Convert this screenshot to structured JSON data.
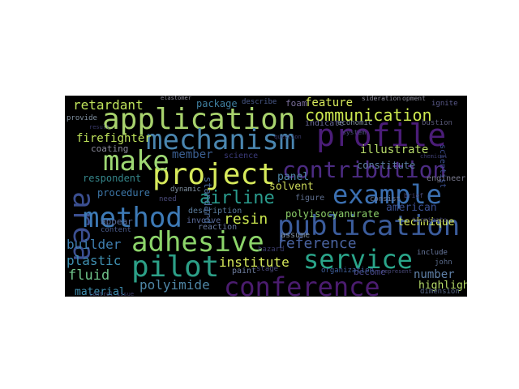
{
  "words": [
    {
      "text": "application",
      "color": "#a8d26d"
    },
    {
      "text": "mechanism",
      "color": "#4a86b0"
    },
    {
      "text": "profile",
      "color": "#4b1d78"
    },
    {
      "text": "communication",
      "color": "#cce84f"
    },
    {
      "text": "project",
      "color": "#d7ea5b"
    },
    {
      "text": "make",
      "color": "#9ed873"
    },
    {
      "text": "contribution",
      "color": "#4c2b83"
    },
    {
      "text": "example",
      "color": "#3b6fb0"
    },
    {
      "text": "area",
      "color": "#3b4f91"
    },
    {
      "text": "method",
      "color": "#3d7ab6"
    },
    {
      "text": "airline",
      "color": "#2a9b8d"
    },
    {
      "text": "publication",
      "color": "#3b5c9c"
    },
    {
      "text": "adhesive",
      "color": "#8cd46a"
    },
    {
      "text": "service",
      "color": "#2aa58a"
    },
    {
      "text": "pilot",
      "color": "#2c9f87"
    },
    {
      "text": "conference",
      "color": "#4b1c6f"
    },
    {
      "text": "retardant",
      "color": "#bfe35b"
    },
    {
      "text": "firefighter",
      "color": "#bfe35b"
    },
    {
      "text": "coating",
      "color": "#8a8a9a"
    },
    {
      "text": "member",
      "color": "#3b5f91"
    },
    {
      "text": "illustrate",
      "color": "#b8dd6a"
    },
    {
      "text": "feature",
      "color": "#d7ea5b"
    },
    {
      "text": "panel",
      "color": "#4f86a6"
    },
    {
      "text": "solvent",
      "color": "#ccd95a"
    },
    {
      "text": "resin",
      "color": "#cce84f"
    },
    {
      "text": "reference",
      "color": "#4a63a0"
    },
    {
      "text": "polyisocyanurate",
      "color": "#8ed16b"
    },
    {
      "text": "american",
      "color": "#3a4f90"
    },
    {
      "text": "technique",
      "color": "#d7ea5b"
    },
    {
      "text": "builder",
      "color": "#3f7fb0"
    },
    {
      "text": "plastic",
      "color": "#3f8fb0"
    },
    {
      "text": "institute",
      "color": "#d7ea5b"
    },
    {
      "text": "fluid",
      "color": "#6fc38a"
    },
    {
      "text": "number",
      "color": "#5f80a8"
    },
    {
      "text": "highlight",
      "color": "#b8dd6a"
    },
    {
      "text": "polyimide",
      "color": "#4f86a6"
    },
    {
      "text": "material",
      "color": "#3f8fb0"
    },
    {
      "text": "procedure",
      "color": "#3d77a8"
    },
    {
      "text": "respondent",
      "color": "#35868a"
    },
    {
      "text": "constitute",
      "color": "#5f80a8"
    },
    {
      "text": "engineer",
      "color": "#7a7a8e"
    },
    {
      "text": "scientist",
      "color": "#3b4f91"
    },
    {
      "text": "become",
      "color": "#4b4b8e"
    },
    {
      "text": "organization",
      "color": "#3f5f9a"
    },
    {
      "text": "paint",
      "color": "#6f7fa0"
    },
    {
      "text": "package",
      "color": "#3f7f9f"
    },
    {
      "text": "foam",
      "color": "#7a6e9a"
    },
    {
      "text": "indicate",
      "color": "#6a6a9a"
    },
    {
      "text": "economic",
      "color": "#7f8f9f"
    },
    {
      "text": "assume",
      "color": "#7f8f9f"
    },
    {
      "text": "figure",
      "color": "#5f6f8f"
    },
    {
      "text": "appear",
      "color": "#5a6fa0"
    },
    {
      "text": "description",
      "color": "#5a7a9a"
    },
    {
      "text": "involve",
      "color": "#5a6a9a"
    },
    {
      "text": "reaction",
      "color": "#6a7aa0"
    },
    {
      "text": "dynamic",
      "color": "#7f8f9f"
    },
    {
      "text": "content",
      "color": "#4a5a8a"
    },
    {
      "text": "provide",
      "color": "#7f8f9f"
    },
    {
      "text": "describe",
      "color": "#4a5a8a"
    },
    {
      "text": "elastomer",
      "color": "#8a8a9a"
    },
    {
      "text": "ignite",
      "color": "#5a5a8a"
    },
    {
      "text": "sideration",
      "color": "#8a8a9a"
    },
    {
      "text": "opment",
      "color": "#8a8a9a"
    },
    {
      "text": "bustion",
      "color": "#5a5a7a"
    },
    {
      "text": "consist",
      "color": "#6f7fa0"
    },
    {
      "text": "include",
      "color": "#6a7aa0"
    },
    {
      "text": "john",
      "color": "#5a6a8a"
    },
    {
      "text": "dimension",
      "color": "#5a6a8a"
    },
    {
      "text": "system",
      "color": "#4a4a7a"
    },
    {
      "text": "chemical",
      "color": "#3a3a6a"
    },
    {
      "text": "need",
      "color": "#4a4a7a"
    },
    {
      "text": "standard",
      "color": "#4a6a9a"
    },
    {
      "text": "science",
      "color": "#3a3a7a"
    },
    {
      "text": "hazard",
      "color": "#3a3a6a"
    },
    {
      "text": "stage",
      "color": "#4a4a7a"
    },
    {
      "text": "represent",
      "color": "#4a4a7a"
    },
    {
      "text": "result",
      "color": "#3a3a6a"
    },
    {
      "text": "control",
      "color": "#4a4a7a"
    },
    {
      "text": "issue",
      "color": "#3a3a6a"
    },
    {
      "text": "question",
      "color": "#3a3a6a"
    },
    {
      "text": "brief",
      "color": "#4a4a7a"
    },
    {
      "text": "terminate",
      "color": "#3a3a6a"
    }
  ]
}
